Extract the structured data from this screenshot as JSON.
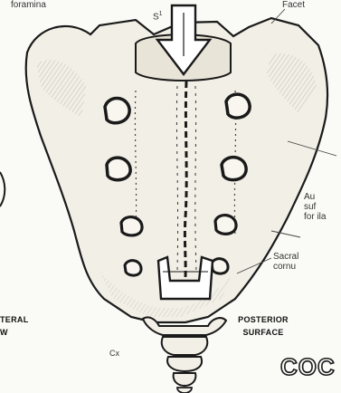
{
  "labels": {
    "foramina": "foramina",
    "facet": "Facet",
    "s1": "S",
    "s1_sup": "1",
    "auricular_surface_lines": [
      "Au",
      "suf",
      "for ila"
    ],
    "sacral_cornu_lines": [
      "Sacral",
      "cornu"
    ],
    "lateral_view_lines": [
      "TERAL",
      "W"
    ],
    "posterior_surface_lines": [
      "POSTERIOR",
      "SURFACE"
    ],
    "coccyx_abbrev": "Cx",
    "coccyx_partial": "COC"
  },
  "colors": {
    "ink": "#1a1a1a",
    "bone_fill": "#f2efe6",
    "paper": "#fafaf7",
    "arrow_fill": "#ffffff"
  },
  "icons": {
    "arrow": "down-arrow-icon"
  }
}
